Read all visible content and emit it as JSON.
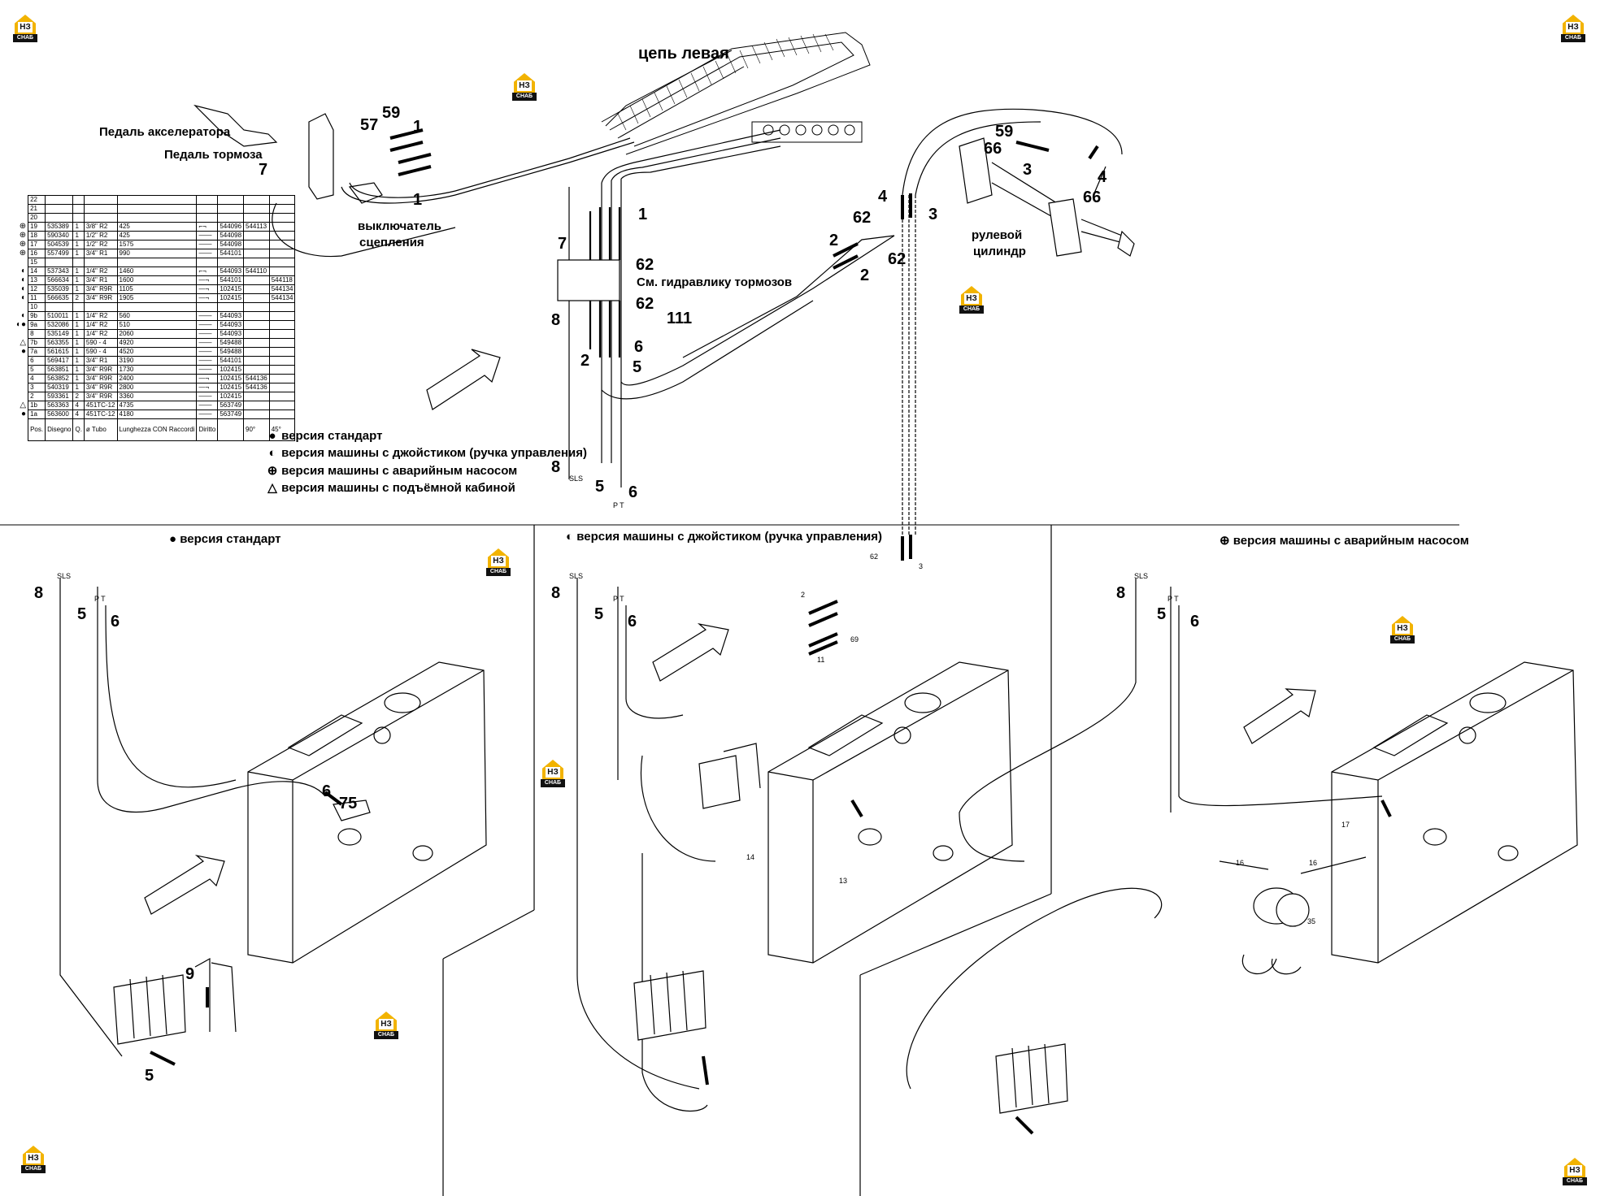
{
  "labels": {
    "chain_left": "цепь левая",
    "accel_pedal": "Педаль акселератора",
    "brake_pedal": "Педаль тормоза",
    "clutch_switch_1": "выключатель",
    "clutch_switch_2": "сцепления",
    "brake_hydraulics": "См. гидравлику тормозов",
    "steering_cyl_1": "рулевой",
    "steering_cyl_2": "цилиндр"
  },
  "legend": [
    {
      "symbol": "●",
      "text": "версия стандарт"
    },
    {
      "symbol": "◐",
      "text": "версия машины с джойстиком (ручка управления)"
    },
    {
      "symbol": "⊕",
      "text": "версия машины с аварийным насосом"
    },
    {
      "symbol": "△",
      "text": "версия машины с подъёмной кабиной"
    }
  ],
  "sections": {
    "standard": "● версия стандарт",
    "joystick": "◐ версия машины с джойстиком (ручка управления)",
    "emergency": "⊕ версия машины с аварийным насосом"
  },
  "parts_table": {
    "headers": [
      "Pos.",
      "Disegno",
      "Q.",
      "ø Tubo",
      "Lunghezza CON Raccordi",
      "Diritto",
      "90°",
      "45°"
    ],
    "rows": [
      {
        "mk": "",
        "pos": "22",
        "dis": "",
        "q": "",
        "tubo": "",
        "len": "",
        "fit": "",
        "c1": "",
        "c2": "",
        "c3": ""
      },
      {
        "mk": "",
        "pos": "21",
        "dis": "",
        "q": "",
        "tubo": "",
        "len": "",
        "fit": "",
        "c1": "",
        "c2": "",
        "c3": ""
      },
      {
        "mk": "",
        "pos": "20",
        "dis": "",
        "q": "",
        "tubo": "",
        "len": "",
        "fit": "",
        "c1": "",
        "c2": "",
        "c3": ""
      },
      {
        "mk": "⊕",
        "pos": "19",
        "dis": "535389",
        "q": "1",
        "tubo": "3/8\" R2",
        "len": "425",
        "fit": "⌐¬",
        "c1": "544096",
        "c2": "544113",
        "c3": ""
      },
      {
        "mk": "⊕",
        "pos": "18",
        "dis": "590340",
        "q": "1",
        "tubo": "1/2\" R2",
        "len": "425",
        "fit": "——",
        "c1": "544098",
        "c2": "",
        "c3": ""
      },
      {
        "mk": "⊕",
        "pos": "17",
        "dis": "504539",
        "q": "1",
        "tubo": "1/2\" R2",
        "len": "1575",
        "fit": "——",
        "c1": "544098",
        "c2": "",
        "c3": ""
      },
      {
        "mk": "⊕",
        "pos": "16",
        "dis": "557499",
        "q": "1",
        "tubo": "3/4\" R1",
        "len": "990",
        "fit": "——",
        "c1": "544101",
        "c2": "",
        "c3": ""
      },
      {
        "mk": "",
        "pos": "15",
        "dis": "",
        "q": "",
        "tubo": "",
        "len": "",
        "fit": "",
        "c1": "",
        "c2": "",
        "c3": ""
      },
      {
        "mk": "◐",
        "pos": "14",
        "dis": "537343",
        "q": "1",
        "tubo": "1/4\" R2",
        "len": "1460",
        "fit": "⌐¬",
        "c1": "544093",
        "c2": "544110",
        "c3": ""
      },
      {
        "mk": "◐",
        "pos": "13",
        "dis": "566634",
        "q": "1",
        "tubo": "3/4\" R1",
        "len": "1600",
        "fit": "—¬",
        "c1": "544101",
        "c2": "",
        "c3": "544118"
      },
      {
        "mk": "◐",
        "pos": "12",
        "dis": "535039",
        "q": "1",
        "tubo": "3/4\" R9R",
        "len": "1105",
        "fit": "—¬",
        "c1": "102415",
        "c2": "",
        "c3": "544134"
      },
      {
        "mk": "◐",
        "pos": "11",
        "dis": "566635",
        "q": "2",
        "tubo": "3/4\" R9R",
        "len": "1905",
        "fit": "—¬",
        "c1": "102415",
        "c2": "",
        "c3": "544134"
      },
      {
        "mk": "",
        "pos": "10",
        "dis": "",
        "q": "",
        "tubo": "",
        "len": "",
        "fit": "",
        "c1": "",
        "c2": "",
        "c3": ""
      },
      {
        "mk": "◐",
        "pos": "9b",
        "dis": "510011",
        "q": "1",
        "tubo": "1/4\" R2",
        "len": "560",
        "fit": "——",
        "c1": "544093",
        "c2": "",
        "c3": ""
      },
      {
        "mk": "◐●",
        "pos": "9a",
        "dis": "532086",
        "q": "1",
        "tubo": "1/4\" R2",
        "len": "510",
        "fit": "——",
        "c1": "544093",
        "c2": "",
        "c3": ""
      },
      {
        "mk": "",
        "pos": "8",
        "dis": "535149",
        "q": "1",
        "tubo": "1/4\" R2",
        "len": "2060",
        "fit": "——",
        "c1": "544093",
        "c2": "",
        "c3": ""
      },
      {
        "mk": "△",
        "pos": "7b",
        "dis": "563355",
        "q": "1",
        "tubo": "590 - 4",
        "len": "4920",
        "fit": "——",
        "c1": "549488",
        "c2": "",
        "c3": ""
      },
      {
        "mk": "●",
        "pos": "7a",
        "dis": "561615",
        "q": "1",
        "tubo": "590 - 4",
        "len": "4520",
        "fit": "——",
        "c1": "549488",
        "c2": "",
        "c3": ""
      },
      {
        "mk": "",
        "pos": "6",
        "dis": "569417",
        "q": "1",
        "tubo": "3/4\" R1",
        "len": "3190",
        "fit": "——",
        "c1": "544101",
        "c2": "",
        "c3": ""
      },
      {
        "mk": "",
        "pos": "5",
        "dis": "563851",
        "q": "1",
        "tubo": "3/4\" R9R",
        "len": "1730",
        "fit": "——",
        "c1": "102415",
        "c2": "",
        "c3": ""
      },
      {
        "mk": "",
        "pos": "4",
        "dis": "563852",
        "q": "1",
        "tubo": "3/4\" R9R",
        "len": "2400",
        "fit": "—¬",
        "c1": "102415",
        "c2": "544136",
        "c3": ""
      },
      {
        "mk": "",
        "pos": "3",
        "dis": "540319",
        "q": "1",
        "tubo": "3/4\" R9R",
        "len": "2800",
        "fit": "—¬",
        "c1": "102415",
        "c2": "544136",
        "c3": ""
      },
      {
        "mk": "",
        "pos": "2",
        "dis": "593361",
        "q": "2",
        "tubo": "3/4\" R9R",
        "len": "3360",
        "fit": "——",
        "c1": "102415",
        "c2": "",
        "c3": ""
      },
      {
        "mk": "△",
        "pos": "1b",
        "dis": "563363",
        "q": "4",
        "tubo": "451TC-12",
        "len": "4735",
        "fit": "——",
        "c1": "563749",
        "c2": "",
        "c3": ""
      },
      {
        "mk": "●",
        "pos": "1a",
        "dis": "563600",
        "q": "4",
        "tubo": "451TC-12",
        "len": "4180",
        "fit": "——",
        "c1": "563749",
        "c2": "",
        "c3": ""
      }
    ]
  },
  "logo_text": {
    "mark": "НЗ",
    "brand": "СНАБ"
  }
}
